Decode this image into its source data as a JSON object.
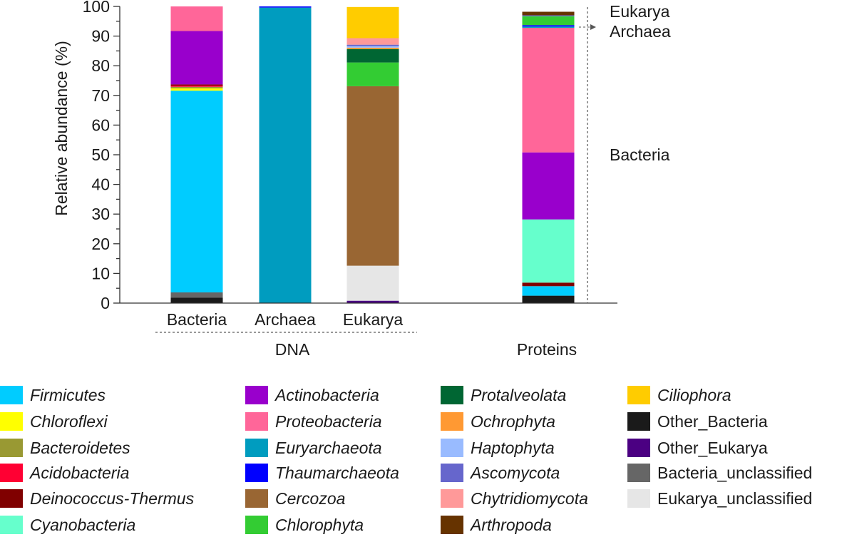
{
  "chart_data": {
    "type": "bar",
    "stacked": true,
    "ylabel": "Relative abundance (%)",
    "ylim": [
      0,
      100
    ],
    "yticks": [
      0,
      10,
      20,
      30,
      40,
      50,
      60,
      70,
      80,
      90,
      100
    ],
    "groups": [
      {
        "label": "DNA",
        "categories": [
          "Bacteria",
          "Archaea",
          "Eukarya"
        ]
      },
      {
        "label": "Proteins",
        "categories": [
          ""
        ]
      }
    ],
    "categories": [
      "Bacteria",
      "Archaea",
      "Eukarya",
      "Proteins"
    ],
    "protein_domain_labels": [
      "Eukarya",
      "Archaea",
      "Bacteria"
    ],
    "series": [
      {
        "name": "Other_Bacteria",
        "color": "#1a1a1a",
        "italic": false,
        "values": [
          1.8,
          0,
          0,
          2.5
        ]
      },
      {
        "name": "Bacteria_unclassified",
        "color": "#666666",
        "italic": false,
        "values": [
          1.8,
          0,
          0,
          0
        ]
      },
      {
        "name": "Firmicutes",
        "color": "#00ccff",
        "italic": true,
        "values": [
          68.0,
          0,
          0,
          3.2
        ]
      },
      {
        "name": "Chloroflexi",
        "color": "#ffff00",
        "italic": true,
        "values": [
          0.8,
          0,
          0,
          0
        ]
      },
      {
        "name": "Bacteroidetes",
        "color": "#999933",
        "italic": true,
        "values": [
          0.5,
          0,
          0,
          0
        ]
      },
      {
        "name": "Acidobacteria",
        "color": "#ff0033",
        "italic": true,
        "values": [
          0.4,
          0,
          0,
          0
        ]
      },
      {
        "name": "Deinococcus-Thermus",
        "color": "#800000",
        "italic": true,
        "values": [
          0.4,
          0,
          0,
          1.2
        ]
      },
      {
        "name": "Cyanobacteria",
        "color": "#66ffcc",
        "italic": true,
        "values": [
          0,
          0,
          0,
          21.3
        ]
      },
      {
        "name": "Actinobacteria",
        "color": "#9900cc",
        "italic": true,
        "values": [
          18.0,
          0,
          0,
          22.6
        ]
      },
      {
        "name": "Proteobacteria",
        "color": "#ff6699",
        "italic": true,
        "values": [
          8.3,
          0,
          0,
          42.0
        ]
      },
      {
        "name": "Euryarchaeota",
        "color": "#009cbf",
        "italic": true,
        "values": [
          0,
          99.6,
          0,
          0.4
        ]
      },
      {
        "name": "Thaumarchaeota",
        "color": "#0000ff",
        "italic": true,
        "values": [
          0,
          0.4,
          0,
          0.5
        ]
      },
      {
        "name": "Other_Eukarya",
        "color": "#4b0082",
        "italic": false,
        "values": [
          0,
          0,
          0.8,
          0
        ]
      },
      {
        "name": "Eukarya_unclassified",
        "color": "#e6e6e6",
        "italic": false,
        "values": [
          0,
          0,
          11.8,
          0
        ]
      },
      {
        "name": "Cercozoa",
        "color": "#996633",
        "italic": true,
        "values": [
          0,
          0,
          60.5,
          0
        ]
      },
      {
        "name": "Chlorophyta",
        "color": "#33cc33",
        "italic": true,
        "values": [
          0,
          0,
          8.0,
          3.0
        ]
      },
      {
        "name": "Protalveolata",
        "color": "#006633",
        "italic": true,
        "values": [
          0,
          0,
          4.5,
          0
        ]
      },
      {
        "name": "Ochrophyta",
        "color": "#ff9933",
        "italic": true,
        "values": [
          0,
          0,
          0.5,
          0
        ]
      },
      {
        "name": "Haptophyta",
        "color": "#99bbff",
        "italic": true,
        "values": [
          0,
          0,
          0.5,
          0
        ]
      },
      {
        "name": "Ascomycota",
        "color": "#6666cc",
        "italic": true,
        "values": [
          0,
          0,
          0.5,
          0.3
        ]
      },
      {
        "name": "Chytridiomycota",
        "color": "#ff9999",
        "italic": true,
        "values": [
          0,
          0,
          2.2,
          0
        ]
      },
      {
        "name": "Arthropoda",
        "color": "#663300",
        "italic": true,
        "values": [
          0,
          0,
          0,
          1.2
        ]
      },
      {
        "name": "Ciliophora",
        "color": "#ffcc00",
        "italic": true,
        "values": [
          0,
          0,
          10.5,
          0
        ]
      }
    ],
    "legend": {
      "position": "bottom",
      "columns": [
        [
          "Firmicutes",
          "Chloroflexi",
          "Bacteroidetes",
          "Acidobacteria",
          "Deinococcus-Thermus",
          "Cyanobacteria"
        ],
        [
          "Actinobacteria",
          "Proteobacteria",
          "Euryarchaeota",
          "Thaumarchaeota",
          "Cercozoa",
          "Chlorophyta"
        ],
        [
          "Protalveolata",
          "Ochrophyta",
          "Haptophyta",
          "Ascomycota",
          "Chytridiomycota",
          "Arthropoda"
        ],
        [
          "Ciliophora",
          "Other_Bacteria",
          "Other_Eukarya",
          "Bacteria_unclassified",
          "Eukarya_unclassified"
        ]
      ]
    },
    "grid": false
  }
}
